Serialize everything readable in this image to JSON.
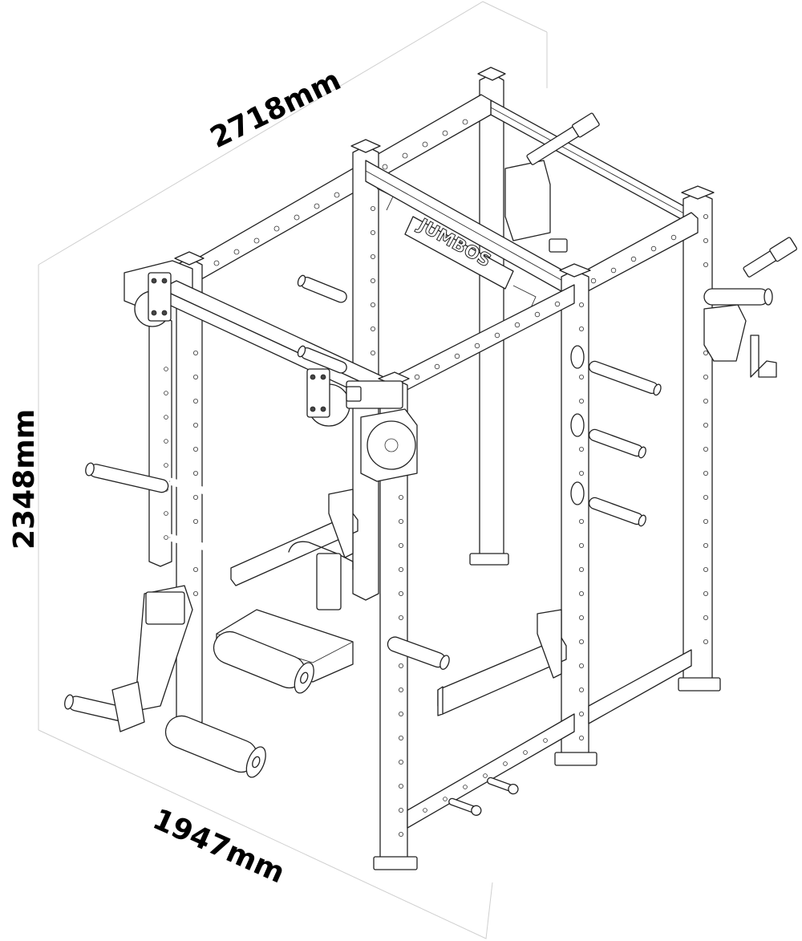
{
  "dimensions": {
    "width_label": "2718mm",
    "height_label": "2348mm",
    "depth_label": "1947mm"
  },
  "brand": {
    "logo_text": "JUMBOS"
  },
  "colors": {
    "line": "#222222",
    "guide": "#cfcfcf",
    "background": "#ffffff",
    "label": "#000000"
  }
}
